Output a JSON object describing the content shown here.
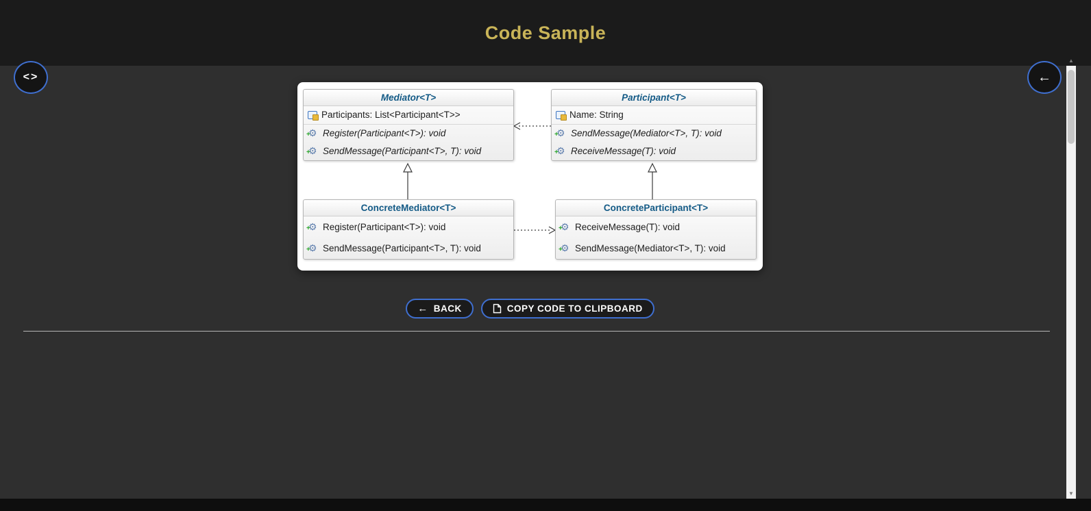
{
  "colors": {
    "header_bg": "#1b1b1b",
    "body_bg": "#2f2f2f",
    "title_gold": "#c9b458",
    "class_name_blue": "#135a86",
    "button_border_blue": "#3f6fd0",
    "method_plus_green": "#2aa52a",
    "field_icon_blue": "#3e76c2",
    "field_icon_yellow": "#e8b93c"
  },
  "header": {
    "title": "Code Sample"
  },
  "nav": {
    "code_button_icon": "<>",
    "back_button_icon": "←"
  },
  "diagram": {
    "classes": [
      {
        "name": "Mediator<T>",
        "fields": [
          "Participants: List<Participant<T>>"
        ],
        "methods": [
          "Register(Participant<T>): void",
          "SendMessage(Participant<T>, T): void"
        ]
      },
      {
        "name": "Participant<T>",
        "fields": [
          "Name: String"
        ],
        "methods": [
          "SendMessage(Mediator<T>, T): void",
          "ReceiveMessage(T): void"
        ]
      },
      {
        "name": "ConcreteMediator<T>",
        "fields": [],
        "methods": [
          "Register(Participant<T>): void",
          "SendMessage(Participant<T>, T): void"
        ]
      },
      {
        "name": "ConcreteParticipant<T>",
        "fields": [],
        "methods": [
          "ReceiveMessage(T): void",
          "SendMessage(Mediator<T>, T): void"
        ]
      }
    ]
  },
  "actions": {
    "back": {
      "icon": "←",
      "label": "BACK"
    },
    "copy": {
      "label": "COPY CODE TO CLIPBOARD"
    }
  },
  "icons": {
    "method_gear": "⚙",
    "method_plus": "+",
    "scroll_up": "▲",
    "scroll_down": "▼"
  }
}
